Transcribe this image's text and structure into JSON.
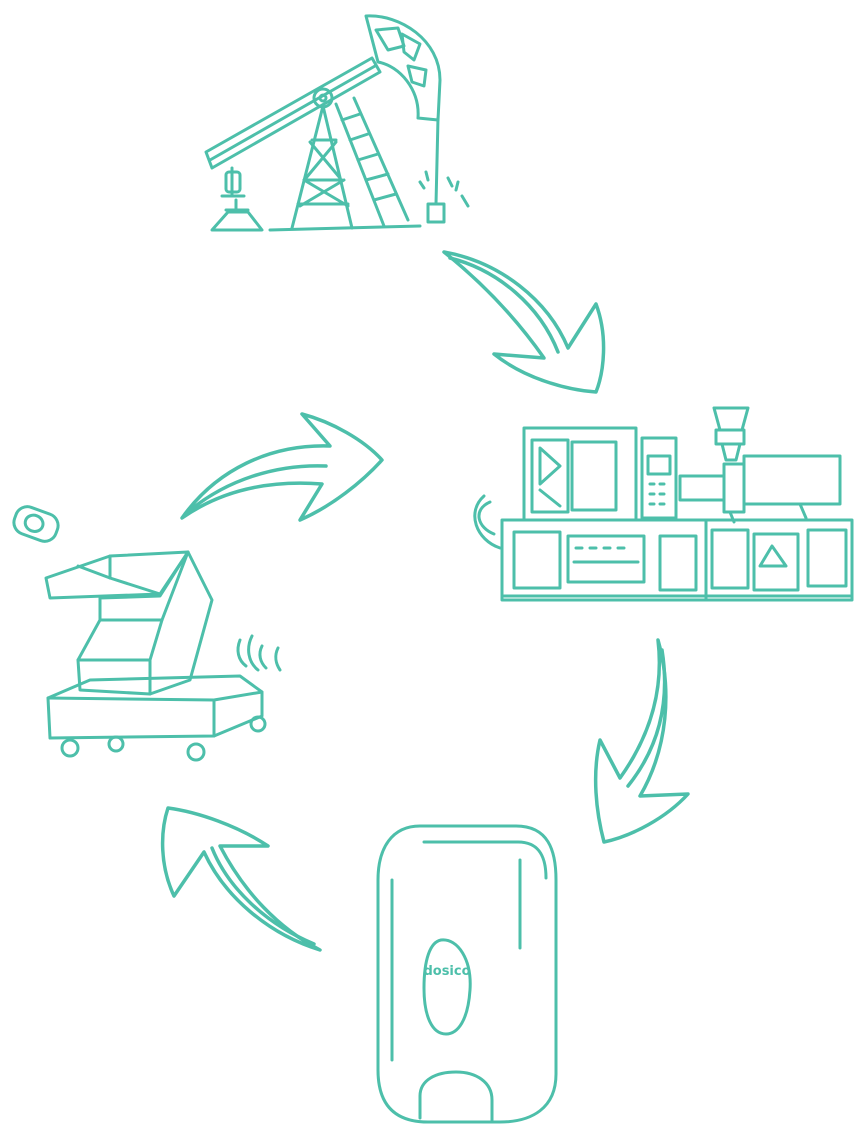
{
  "diagram": {
    "type": "cycle",
    "stroke_color": "#4dbfaa",
    "stages": [
      {
        "icon": "oil-pumpjack-icon"
      },
      {
        "icon": "injection-molding-machine-icon"
      },
      {
        "icon": "soap-dispenser-icon",
        "brand_label": "dosico"
      },
      {
        "icon": "plastic-shredder-icon"
      }
    ],
    "arrows": [
      {
        "from": 0,
        "to": 1
      },
      {
        "from": 1,
        "to": 2
      },
      {
        "from": 2,
        "to": 3
      },
      {
        "from": 3,
        "to": 0
      }
    ]
  }
}
